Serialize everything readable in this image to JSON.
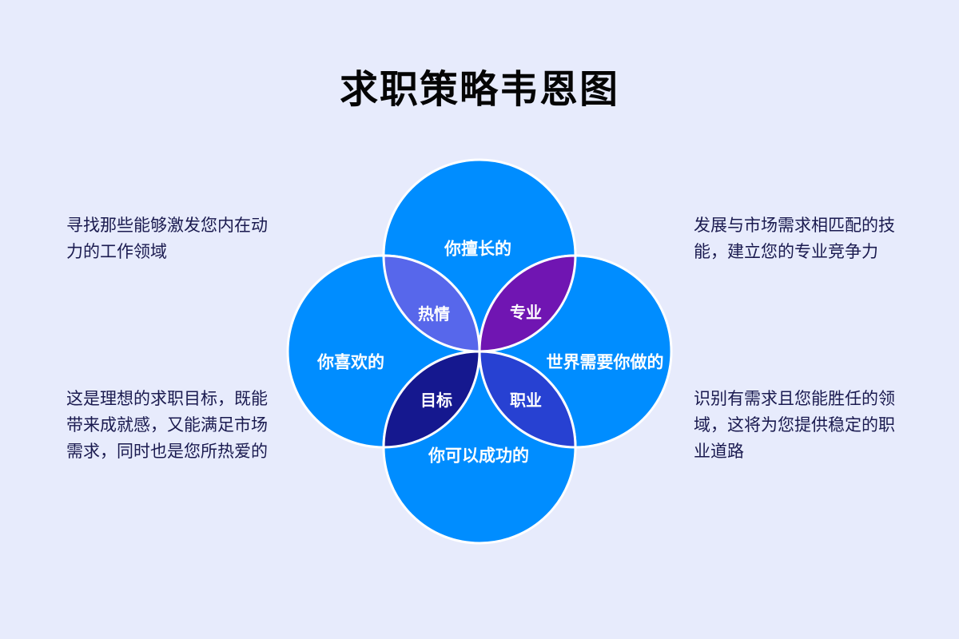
{
  "title": "求职策略韦恩图",
  "colors": {
    "background": "#E7EBFC",
    "circle": "#008DFF",
    "stroke": "#FFFFFF",
    "lens_passion": "#5767EB",
    "lens_professional": "#7015B2",
    "lens_goal": "#15188F",
    "lens_career": "#2741D2",
    "title_text": "#050505",
    "annotation_text": "#1A1A4F"
  },
  "venn": {
    "circles": [
      {
        "id": "good-at",
        "label": "你擅长的"
      },
      {
        "id": "like",
        "label": "你喜欢的"
      },
      {
        "id": "world-needs",
        "label": "世界需要你做的"
      },
      {
        "id": "succeed",
        "label": "你可以成功的"
      }
    ],
    "intersections": [
      {
        "id": "passion",
        "label": "热情"
      },
      {
        "id": "professional",
        "label": "专业"
      },
      {
        "id": "goal",
        "label": "目标"
      },
      {
        "id": "career",
        "label": "职业"
      }
    ]
  },
  "annotations": {
    "top_left": "寻找那些能够激发您内在动力的工作领域",
    "top_right": "发展与市场需求相匹配的技能，建立您的专业竞争力",
    "bottom_left": "这是理想的求职目标，既能带来成就感，又能满足市场需求，同时也是您所热爱的",
    "bottom_right": "识别有需求且您能胜任的领域，这将为您提供稳定的职业道路"
  }
}
